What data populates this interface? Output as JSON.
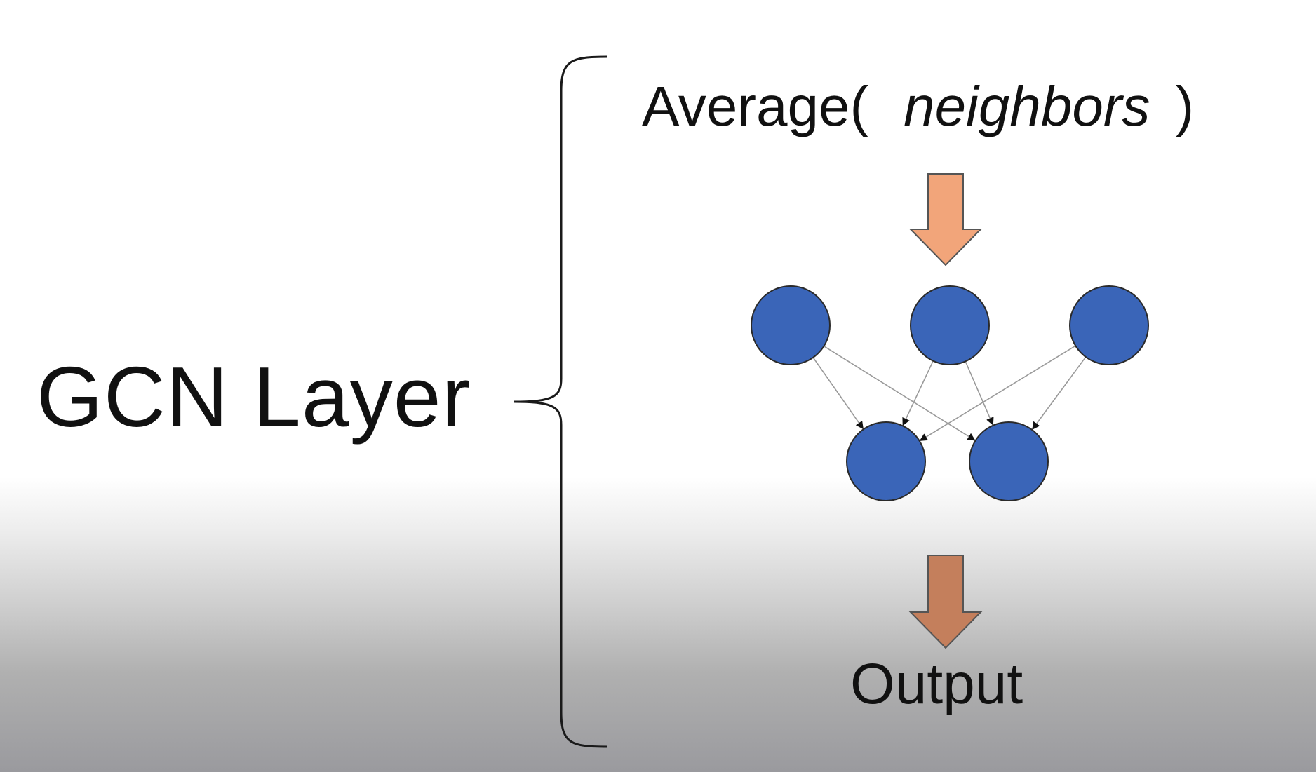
{
  "slide": {
    "title": "GCN Layer",
    "formula": {
      "prefix": "Average(",
      "variable": "neighbors",
      "suffix": ")"
    },
    "output_label": "Output"
  },
  "colors": {
    "node_fill": "#3a65b8",
    "node_stroke": "#2a2a2a",
    "arrow_top": "#f2a57a",
    "arrow_bottom": "#c47f5c",
    "edge": "#9a9a9a",
    "text": "#111111"
  },
  "graph": {
    "input_nodes": [
      "n1",
      "n2",
      "n3"
    ],
    "output_nodes": [
      "o1",
      "o2"
    ],
    "edges": [
      [
        "n1",
        "o1"
      ],
      [
        "n1",
        "o2"
      ],
      [
        "n2",
        "o1"
      ],
      [
        "n2",
        "o2"
      ],
      [
        "n3",
        "o1"
      ],
      [
        "n3",
        "o2"
      ]
    ]
  }
}
